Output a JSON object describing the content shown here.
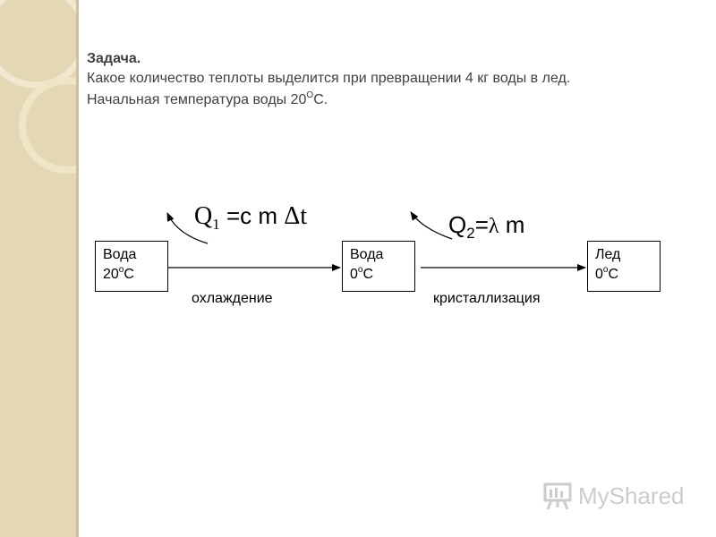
{
  "task": {
    "title": "Задача.",
    "line1": "Какое количество теплоты выделится при превращении 4 кг воды в лед.",
    "line2_before": "Начальная температура воды 20",
    "line2_sup": "О",
    "line2_after": "С."
  },
  "diagram": {
    "states": [
      {
        "name": "Вода",
        "temp": "20",
        "deg": "o",
        "unit": "С"
      },
      {
        "name": "Вода",
        "temp": "0",
        "deg": "o",
        "unit": "С"
      },
      {
        "name": "Лед",
        "temp": "0",
        "deg": "o",
        "unit": "С"
      }
    ],
    "processes": [
      {
        "label": "охлаждение",
        "formula": {
          "q": "Q",
          "sub": "1",
          "eq": " =c m ",
          "delta": "Δt"
        }
      },
      {
        "label": "кристаллизация",
        "formula": {
          "q": "Q",
          "sub": "2",
          "eq": "=",
          "lambda": "λ",
          "m": " m"
        }
      }
    ]
  },
  "watermark": {
    "text": "MyShared"
  },
  "colors": {
    "side_panel": "#e4d8b4",
    "ring": "#efe6c8",
    "text_gray": "#404040",
    "watermark": "#cccccc"
  }
}
